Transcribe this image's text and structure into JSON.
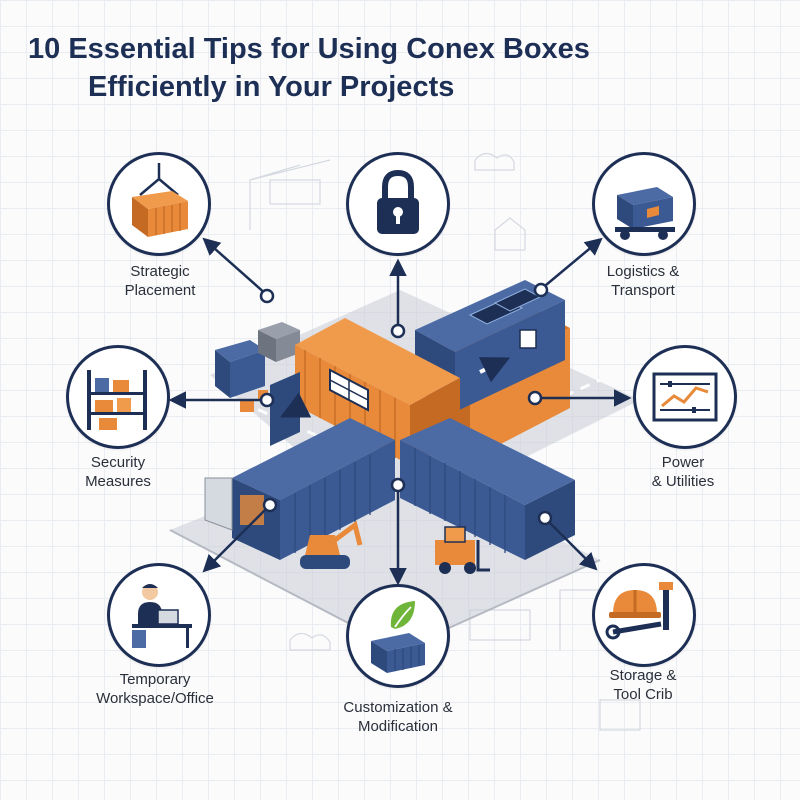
{
  "title": {
    "line1": "10 Essential Tips for Using Conex Boxes",
    "line2": "Efficiently in Your Projects"
  },
  "colors": {
    "navy": "#1d2f55",
    "container_blue": "#3b5a94",
    "container_orange": "#e88a3a",
    "background": "#fbfbfc"
  },
  "tips": [
    {
      "id": "strategic-placement",
      "icon": "crane-lift-container-icon",
      "line1": "Strategic",
      "line2": "Placement"
    },
    {
      "id": "security-lock",
      "icon": "padlock-icon",
      "line1": "",
      "line2": ""
    },
    {
      "id": "logistics-transport",
      "icon": "container-trailer-icon",
      "line1": "Logistics &",
      "line2": "Transport"
    },
    {
      "id": "security-measures",
      "icon": "shelving-boxes-icon",
      "line1": "Security",
      "line2": "Measures"
    },
    {
      "id": "power-utilities",
      "icon": "control-panel-chart-icon",
      "line1": "Power",
      "line2": "& Utilities"
    },
    {
      "id": "temporary-workspace",
      "icon": "office-worker-icon",
      "line1": "Temporary",
      "line2": "Workspace/Office"
    },
    {
      "id": "customization-modification",
      "icon": "container-leaf-icon",
      "line1": "Customization &",
      "line2": "Modification"
    },
    {
      "id": "storage-tool-crib",
      "icon": "hardhat-tools-icon",
      "line1": "Storage &",
      "line2": "Tool Crib"
    }
  ]
}
